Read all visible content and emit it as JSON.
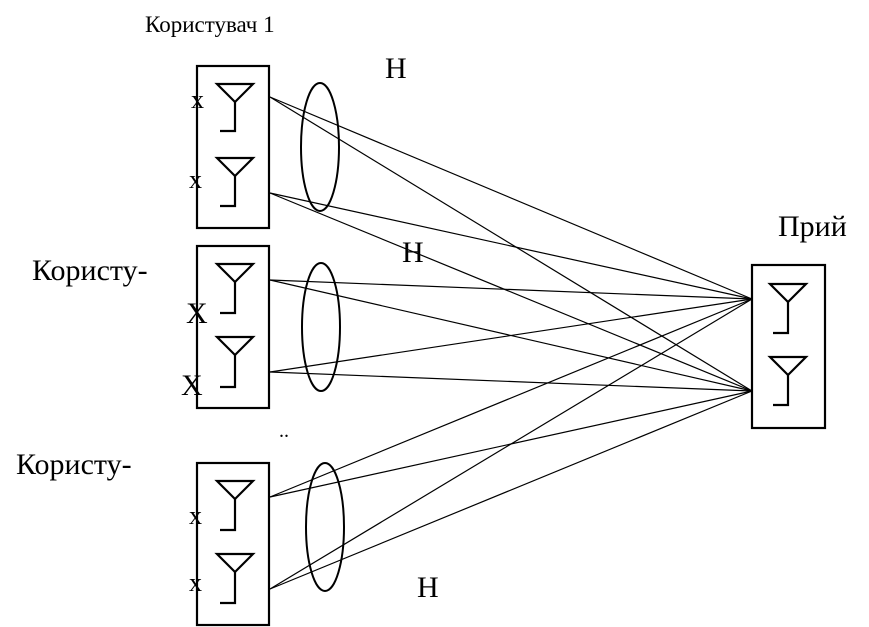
{
  "labels": {
    "user1_title": "Користувач 1",
    "user2_title": "Користу-",
    "user3_title": "Користу-",
    "receiver_title": "Прий",
    "channel_h1": "H",
    "channel_h2": "H",
    "channel_h3": "H",
    "ellipsis_dots": "..",
    "user1_x1": "x",
    "user1_x2": "x",
    "user2_x1": "X",
    "user2_x2": "X",
    "user3_x1": "x",
    "user3_x2": "x"
  },
  "colors": {
    "line": "#000000",
    "background": "#ffffff"
  }
}
